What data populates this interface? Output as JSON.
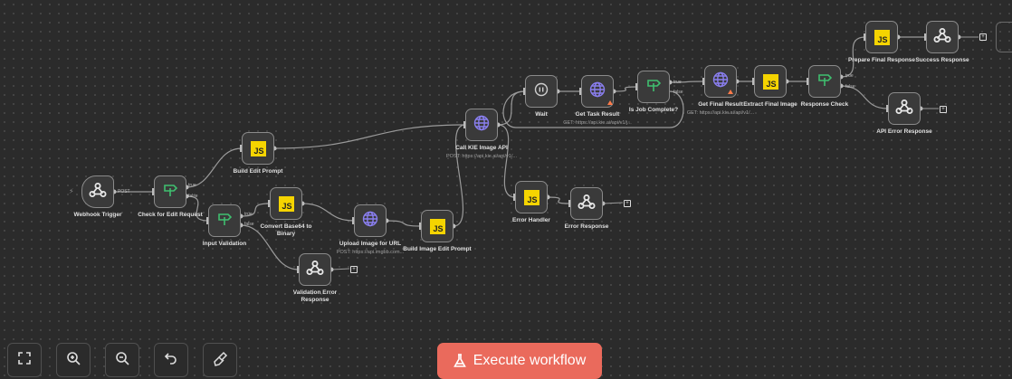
{
  "canvas": {
    "nodes": [
      {
        "id": "webhook",
        "name": "Webhook Trigger",
        "type": "webhook"
      },
      {
        "id": "check",
        "name": "Check for Edit Request",
        "type": "if"
      },
      {
        "id": "build_edit",
        "name": "Build Edit Prompt",
        "type": "code"
      },
      {
        "id": "input_val",
        "name": "Input Validation",
        "type": "if"
      },
      {
        "id": "convert",
        "name": "Convert Base64 to Binary",
        "type": "code"
      },
      {
        "id": "upload",
        "name": "Upload Image for URL",
        "type": "http",
        "subtitle": "POST: https://api.imgbb.com..."
      },
      {
        "id": "build_img",
        "name": "Build Image Edit Prompt",
        "type": "code"
      },
      {
        "id": "val_err",
        "name": "Validation Error Response",
        "type": "webhook"
      },
      {
        "id": "call_kie",
        "name": "Call KIE Image API",
        "type": "http",
        "subtitle": "POST: https://api.kie.ai/api/v1/..."
      },
      {
        "id": "wait",
        "name": "Wait",
        "type": "wait"
      },
      {
        "id": "get_task",
        "name": "Get Task Result",
        "type": "http",
        "subtitle": "GET: https://api.kie.ai/api/v1/j..."
      },
      {
        "id": "is_done",
        "name": "Is Job Complete?",
        "type": "if"
      },
      {
        "id": "get_final",
        "name": "Get Final Result",
        "type": "http",
        "subtitle": "GET: https://api.kie.ai/api/v1/..."
      },
      {
        "id": "extract",
        "name": "Extract Final Image",
        "type": "code"
      },
      {
        "id": "resp_check",
        "name": "Response Check",
        "type": "if"
      },
      {
        "id": "prep_final",
        "name": "Prepare Final Response",
        "type": "code"
      },
      {
        "id": "success",
        "name": "Success Response",
        "type": "webhook"
      },
      {
        "id": "api_err",
        "name": "API Error Response",
        "type": "webhook"
      },
      {
        "id": "err_handler",
        "name": "Error Handler",
        "type": "code"
      },
      {
        "id": "err_resp",
        "name": "Error Response",
        "type": "webhook"
      }
    ],
    "port_labels": {
      "post": "POST",
      "true_label": "true",
      "false_label": "false"
    }
  },
  "toolbar": {
    "controls": [
      "fit-view-icon",
      "zoom-in-icon",
      "zoom-out-icon",
      "undo-icon",
      "tidy-up-icon"
    ],
    "execute_label": "Execute workflow",
    "execute_icon": "flask-icon"
  },
  "colors": {
    "accent": "#ea6a5c",
    "js_badge": "#f5d400",
    "if_icon": "#3fbf6f",
    "http_icon": "#8a7ff0",
    "warning": "#ff7b4a"
  }
}
